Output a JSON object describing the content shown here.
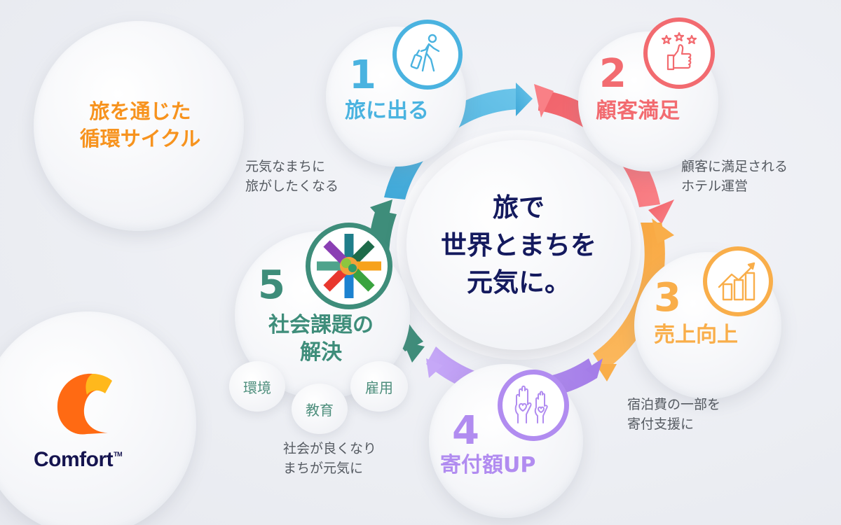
{
  "diagram": {
    "title": "旅を通じた\n循環サイクル",
    "center": "旅で\n世界とまちを\n元気に。",
    "brand": {
      "name": "Comfort",
      "trademark": "TM",
      "colors": {
        "logo_orange": "#ff6a13",
        "logo_yellow": "#ffb81c",
        "text": "#15144f"
      }
    },
    "steps": [
      {
        "number": "1",
        "label": "旅に出る",
        "icon": "traveler-with-suitcase-icon",
        "color": "#4ab3e0",
        "caption": "元気なまちに\n旅がしたくなる"
      },
      {
        "number": "2",
        "label": "顧客満足",
        "icon": "thumbs-up-stars-icon",
        "color": "#f26b70",
        "caption": "顧客に満足される\nホテル運営"
      },
      {
        "number": "3",
        "label": "売上向上",
        "icon": "growth-bar-chart-icon",
        "color": "#f9ae4a",
        "caption": ""
      },
      {
        "number": "4",
        "label": "寄付額UP",
        "icon": "hands-with-hearts-icon",
        "color": "#b18cf0",
        "caption": "宿泊費の一部を\n寄付支援に"
      },
      {
        "number": "5",
        "label": "社会課題の\n解決",
        "icon": "united-hands-icon",
        "color": "#3e8d7a",
        "caption": "社会が良くなり\nまちが元気に",
        "sub_topics": [
          "環境",
          "教育",
          "雇用"
        ]
      }
    ]
  }
}
